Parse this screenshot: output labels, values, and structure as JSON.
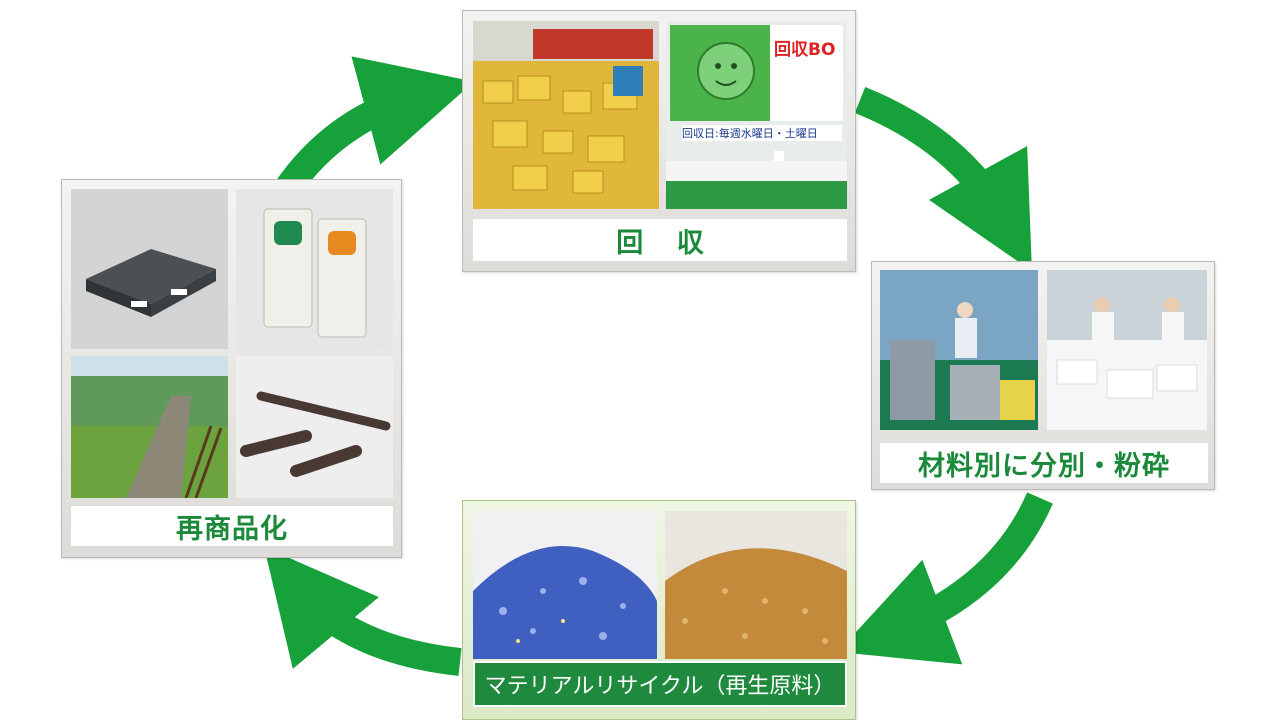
{
  "stages": [
    {
      "label": "回 収"
    },
    {
      "label": "材料別に分別・粉砕"
    },
    {
      "label": "マテリアルリサイクル（再生原料）"
    },
    {
      "label": "再商品化"
    }
  ],
  "poster": {
    "heading": "回収BO",
    "subheading": "回収日:毎週水曜日・土曜日"
  },
  "colors": {
    "arrow": "#17a13a",
    "label_text": "#1a8a3a",
    "label_bar": "#1f8a3d"
  }
}
